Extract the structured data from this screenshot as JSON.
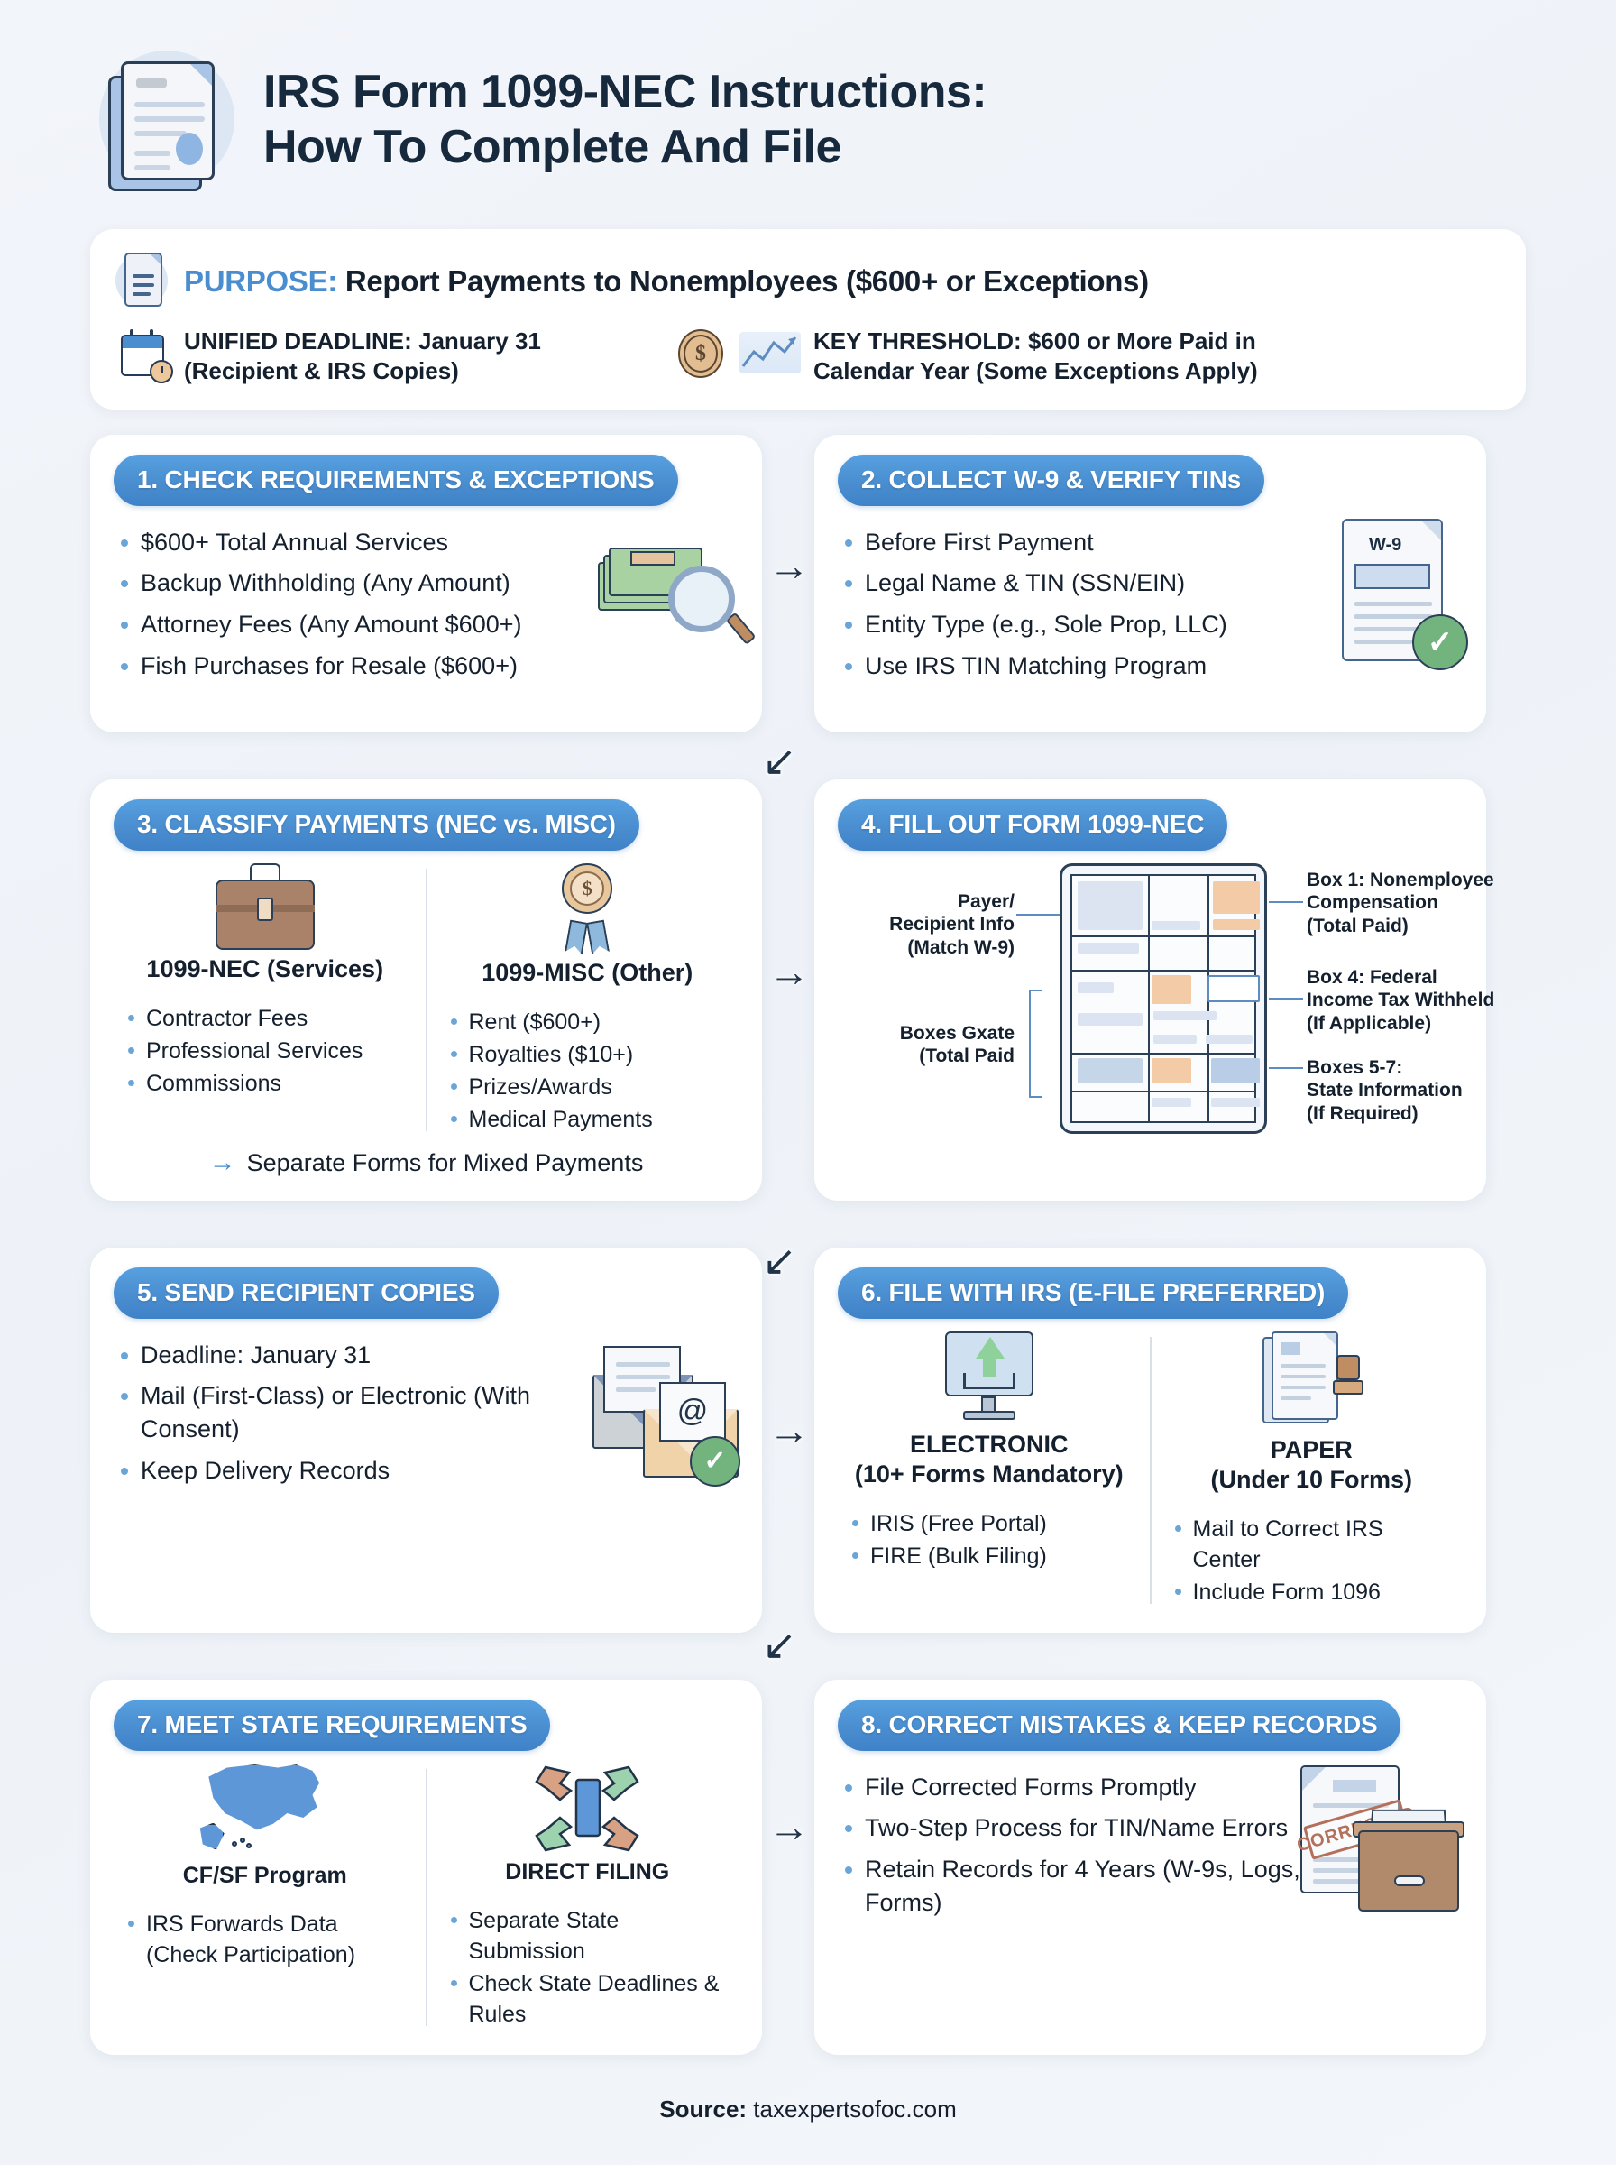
{
  "header": {
    "title_line1": "IRS Form 1099-NEC Instructions:",
    "title_line2": "How To Complete And File",
    "doc_icon": "document-icon"
  },
  "purpose": {
    "label": "PURPOSE:",
    "text": " Report Payments to Nonemployees ($600+ or Exceptions)",
    "deadline_label": "UNIFIED DEADLINE:",
    "deadline_value": " January 31",
    "deadline_sub": "(Recipient & IRS Copies)",
    "threshold_label": "KEY THRESHOLD:",
    "threshold_value": " $600 or More Paid in",
    "threshold_sub": "Calendar Year (Some Exceptions Apply)"
  },
  "steps": [
    {
      "title": "1. CHECK REQUIREMENTS & EXCEPTIONS",
      "bullets": [
        "$600+ Total Annual Services",
        "Backup Withholding (Any Amount)",
        "Attorney Fees (Any Amount $600+)",
        "Fish Purchases for Resale ($600+)"
      ],
      "art": "money-magnifier-icon"
    },
    {
      "title": "2. COLLECT W-9 & VERIFY TINs",
      "bullets": [
        "Before First Payment",
        "Legal Name & TIN (SSN/EIN)",
        "Entity Type (e.g., Sole Prop, LLC)",
        "Use IRS TIN Matching Program"
      ],
      "art": "w9-document-icon",
      "art_label": "W-9"
    },
    {
      "title": "3. CLASSIFY PAYMENTS (NEC vs. MISC)",
      "left_heading": "1099-NEC (Services)",
      "left_bullets": [
        "Contractor Fees",
        "Professional Services",
        "Commissions"
      ],
      "left_icon": "briefcase-icon",
      "right_heading": "1099-MISC (Other)",
      "right_bullets": [
        "Rent ($600+)",
        "Royalties ($10+)",
        "Prizes/Awards",
        "Medical Payments"
      ],
      "right_icon": "award-ribbon-icon",
      "note": "Separate Forms for Mixed Payments"
    },
    {
      "title": "4. FILL OUT FORM 1099-NEC",
      "labels": {
        "payer": "Payer/\nRecipient Info\n(Match W-9)",
        "payer_l1": "Payer/",
        "payer_l2": "Recipient Info",
        "payer_l3": "(Match W-9)",
        "boxes_g_l1": "Boxes Gxate",
        "boxes_g_l2": "(Total Paid",
        "box1_strong": "Box 1:",
        "box1_rest": " Nonemployee",
        "box1_l2": "Compensation",
        "box1_l3": "(Total Paid)",
        "box4_strong": "Box 4:",
        "box4_rest": " Federal",
        "box4_l2": "Income Tax Withheld",
        "box4_l3": "(If Applicable)",
        "box57_strong": "Boxes 5-7:",
        "box57_l2": "State Information",
        "box57_l3": "(If Required)"
      }
    },
    {
      "title": "5. SEND RECIPIENT COPIES",
      "bullets": [
        "Deadline: January 31",
        "Mail (First-Class) or Electronic (With Consent)",
        "Keep Delivery Records"
      ],
      "art": "envelopes-icon"
    },
    {
      "title": "6. FILE WITH IRS (E-FILE PREFERRED)",
      "left_heading_l1": "ELECTRONIC",
      "left_heading_l2": "(10+ Forms Mandatory)",
      "left_bullets": [
        "IRIS (Free Portal)",
        "FIRE (Bulk Filing)"
      ],
      "left_icon": "monitor-upload-icon",
      "right_heading_l1": "PAPER",
      "right_heading_l2": "(Under 10 Forms)",
      "right_bullets": [
        "Mail to Correct IRS Center",
        "Include Form 1096"
      ],
      "right_icon": "paper-stamp-icon"
    },
    {
      "title": "7. MEET STATE REQUIREMENTS",
      "left_heading": "CF/SF Program",
      "left_bullets": [
        "IRS Forwards Data (Check Participation)"
      ],
      "left_icon": "usa-map-icon",
      "right_heading": "DIRECT FILING",
      "right_bullets": [
        "Separate State Submission",
        "Check State Deadlines & Rules"
      ],
      "right_icon": "direct-filing-arrows-icon"
    },
    {
      "title": "8. CORRECT MISTAKES & KEEP RECORDS",
      "bullets": [
        "File Corrected Forms Promptly",
        "Two-Step Process for TIN/Name Errors",
        "Retain Records for 4 Years (W-9s, Logs, Forms)"
      ],
      "art": "corrected-records-icon",
      "stamp_text": "CORRECTED"
    }
  ],
  "connectors": {
    "right_arrow": "→",
    "down_left_arrow": "↙"
  },
  "footer": {
    "label": "Source:",
    "value": " taxexpertsofoc.com"
  },
  "colors": {
    "accent": "#4a8ed0",
    "title": "#17293d",
    "bullet": "#6aa5d8",
    "orange": "#f3cba6",
    "green": "#72b37e"
  }
}
